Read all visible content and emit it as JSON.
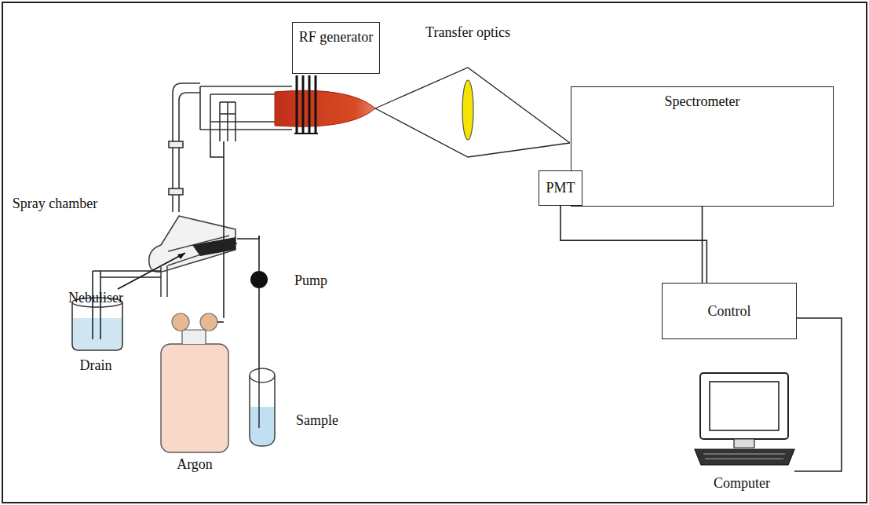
{
  "diagram": {
    "nodes": [
      {
        "text": [
          "RF generator"
        ]
      },
      {
        "text": [
          "Spectrometer"
        ]
      },
      {
        "text": [
          "PMT"
        ]
      },
      {
        "text": [
          "Control"
        ]
      }
    ],
    "edges": [
      {
        "from": 2,
        "to": 3,
        "arrow": "none"
      },
      {
        "from": 1,
        "to": 3,
        "arrow": "none"
      }
    ],
    "labels": [
      "Transfer optics",
      "Spray chamber",
      "Nebuliser",
      "Pump",
      "Drain",
      "Argon",
      "Sample",
      "Computer"
    ]
  }
}
